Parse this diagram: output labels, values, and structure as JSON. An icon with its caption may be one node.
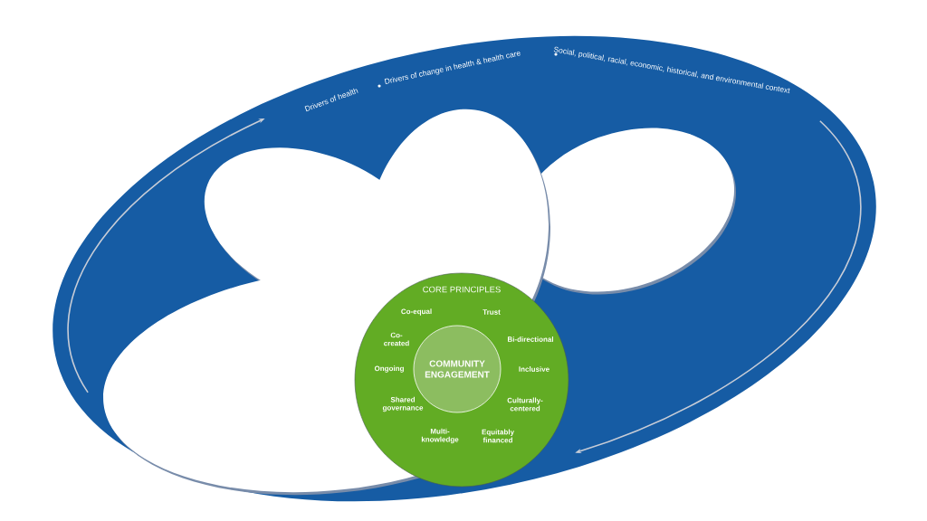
{
  "diagram": {
    "nodes": [
      {
        "text": [
          "Drivers of health",
          "Drivers of change in health & health care",
          "Social, political, racial, economic, historical, and environmental context"
        ]
      },
      {
        "text": [
          "CORE PRINCIPLES",
          "Co-equal",
          "Trust",
          "Co-created",
          "Bi-directional",
          "Ongoing",
          "Inclusive",
          "Shared governance",
          "Culturally-centered",
          "Multi-knowledge",
          "Equitably financed"
        ],
        "in": 0
      },
      {
        "text": [
          "COMMUNITY ENGAGEMENT"
        ],
        "in": 1
      }
    ]
  }
}
